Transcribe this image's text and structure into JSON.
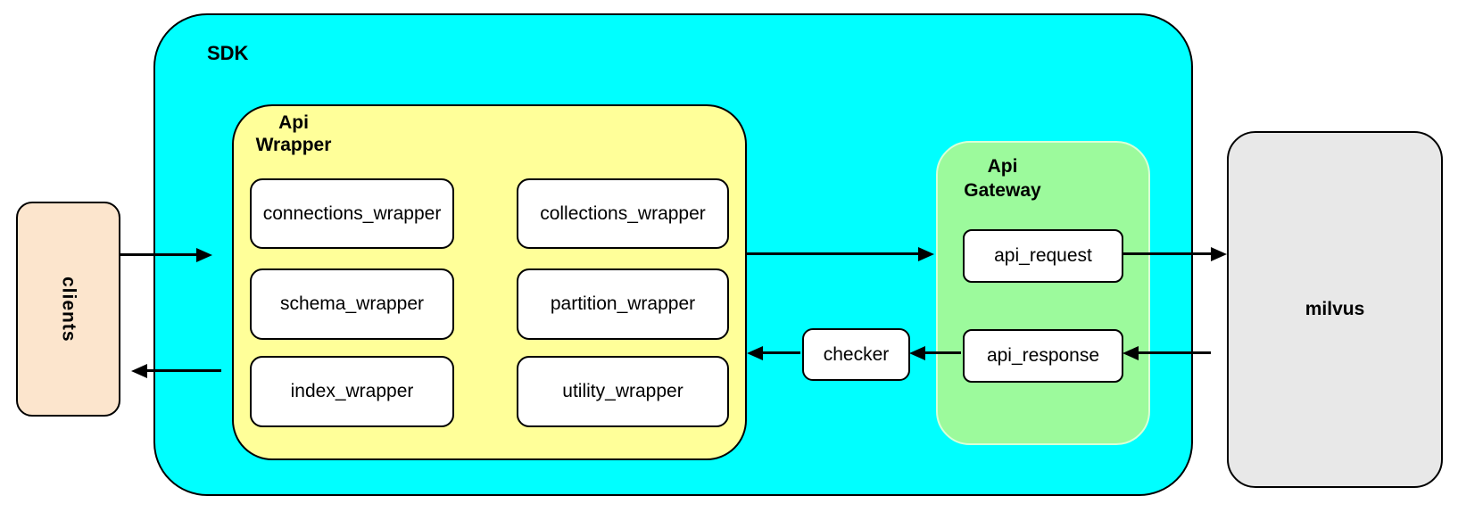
{
  "diagram": {
    "nodes": {
      "clients": "clients",
      "sdk": "SDK",
      "api_wrapper": {
        "line1": "Api",
        "line2": "Wrapper"
      },
      "wrappers": {
        "connections": "connections_wrapper",
        "collections": "collections_wrapper",
        "schema": "schema_wrapper",
        "partition": "partition_wrapper",
        "index": "index_wrapper",
        "utility": "utility_wrapper"
      },
      "checker": "checker",
      "api_gateway": {
        "line1": "Api",
        "line2": "Gateway"
      },
      "api_request": "api_request",
      "api_response": "api_response",
      "milvus": "milvus"
    },
    "edges": [
      {
        "from": "clients",
        "to": "SDK",
        "direction": "right"
      },
      {
        "from": "SDK",
        "to": "clients",
        "direction": "left"
      },
      {
        "from": "Api Wrapper",
        "to": "Api Gateway (api_request)",
        "direction": "right"
      },
      {
        "from": "api_request",
        "to": "milvus",
        "direction": "right"
      },
      {
        "from": "milvus",
        "to": "api_response",
        "direction": "left"
      },
      {
        "from": "api_response",
        "to": "checker",
        "direction": "left"
      },
      {
        "from": "checker",
        "to": "Api Wrapper",
        "direction": "left"
      }
    ],
    "colors": {
      "sdk_fill": "#00FFFF",
      "api_wrapper_fill": "#FFFF99",
      "api_gateway_fill": "#9CFA9C",
      "clients_fill": "#FCE5CD",
      "milvus_fill": "#E8E8E8",
      "inner_box_fill": "#FFFFFF",
      "border": "#000000"
    }
  }
}
